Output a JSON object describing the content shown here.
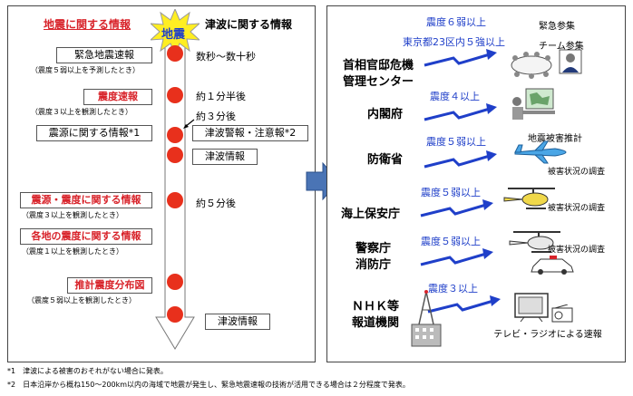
{
  "left": {
    "header_left": "地震に関する情報",
    "header_right": "津波に関する情報",
    "starburst_label": "地震",
    "boxes": [
      {
        "label": "緊急地震速報",
        "note": "（震度５弱以上を予測したとき）"
      },
      {
        "label": "震度速報",
        "note": "（震度３以上を観測したとき）"
      },
      {
        "label": "震源に関する情報*1",
        "note": ""
      },
      {
        "label": "震源・震度に関する情報",
        "note": "（震度３以上を観測したとき）"
      },
      {
        "label": "各地の震度に関する情報",
        "note": "（震度１以上を観測したとき）"
      },
      {
        "label": "推計震度分布図",
        "note": "（震度５弱以上を観測したとき）"
      }
    ],
    "times": [
      "数秒～数十秒",
      "約１分半後",
      "約３分後",
      "約５分後"
    ],
    "tsunami_boxes": [
      "津波警報・注意報*2",
      "津波情報",
      "津波情報"
    ]
  },
  "right": {
    "orgs": [
      {
        "name": "首相官邸危機管理センター",
        "intensity": "震度６弱以上",
        "intensity2": "東京都23区内５強以上",
        "captions": [
          "緊急参集",
          "チーム参集"
        ]
      },
      {
        "name": "内閣府",
        "intensity": "震度４以上",
        "captions": [
          "地震被害推計"
        ]
      },
      {
        "name": "防衛省",
        "intensity": "震度５弱以上",
        "captions": [
          "被害状況の調査"
        ]
      },
      {
        "name": "海上保安庁",
        "intensity": "震度５弱以上",
        "captions": [
          "被害状況の調査"
        ]
      },
      {
        "name": "警察庁消防庁",
        "intensity": "震度５弱以上",
        "captions": [
          "被害状況の調査"
        ]
      },
      {
        "name": "ＮＨＫ等報道機関",
        "intensity": "震度３以上",
        "captions": [
          "テレビ・ラジオによる速報"
        ]
      }
    ]
  },
  "footnotes": [
    "*1　津波による被害のおそれがない場合に発表。",
    "*2　日本沿岸から概ね150～200km以内の海域で地震が発生し、緊急地震速報の技術が活用できる場合は２分程度で発表。"
  ],
  "colors": {
    "accent_red": "#d8232a",
    "accent_blue": "#1f3fc9",
    "arrow_blue": "#4a74b5",
    "starburst": "#ffee22"
  }
}
